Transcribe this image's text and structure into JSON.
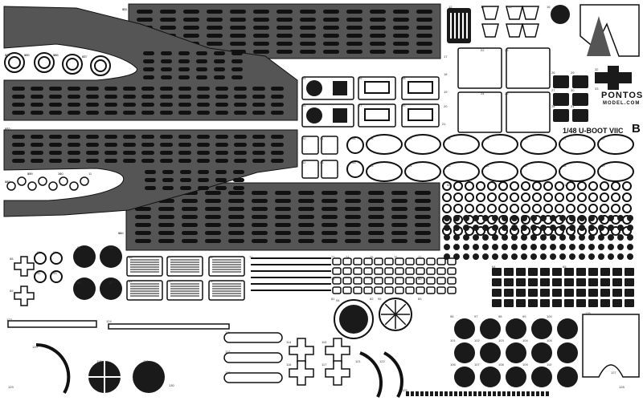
{
  "branding": {
    "name": "PONTOS",
    "sub": "MODEL.COM",
    "kit": "1/48 U-BOOT  VIIC",
    "sheet": "B"
  },
  "part_numbers": [
    "01",
    "02",
    "03",
    "04",
    "05",
    "06",
    "07",
    "08",
    "09",
    "10",
    "11",
    "12",
    "14",
    "15",
    "16",
    "17",
    "18",
    "19",
    "20",
    "21",
    "22",
    "23",
    "24",
    "25",
    "26",
    "27",
    "28",
    "29",
    "30",
    "31",
    "32",
    "33",
    "34",
    "35",
    "36",
    "37",
    "38",
    "39",
    "40",
    "41",
    "42",
    "43",
    "44",
    "45",
    "46",
    "47",
    "48",
    "49",
    "50",
    "51",
    "52",
    "53",
    "54",
    "55",
    "56",
    "57",
    "58",
    "59",
    "60",
    "61",
    "62",
    "63",
    "64",
    "65",
    "66",
    "67",
    "68",
    "69",
    "70",
    "71",
    "72",
    "73",
    "74",
    "75",
    "76",
    "77",
    "78",
    "79",
    "80",
    "81",
    "82",
    "83",
    "84",
    "85",
    "86",
    "87",
    "88",
    "89",
    "90",
    "91",
    "92",
    "93",
    "94",
    "95",
    "96",
    "97",
    "98",
    "99",
    "100",
    "101",
    "102",
    "103",
    "104",
    "105",
    "106",
    "107",
    "108",
    "109",
    "110",
    "111",
    "112",
    "113",
    "114",
    "115",
    "116",
    "117",
    "118",
    "119",
    "120",
    "121",
    "122",
    "123",
    "124",
    "125",
    "126",
    "127",
    "128",
    "129",
    "130",
    "131",
    "132",
    "133",
    "134",
    "135",
    "136",
    "137",
    "138",
    "139",
    "140"
  ],
  "colors": {
    "deck_fill": "#555555",
    "part_fill": "#d8d8d8",
    "outline": "#111111",
    "slot": "#111111",
    "dark_part": "#1a1a1a",
    "sheet_bg": "#ffffff"
  }
}
